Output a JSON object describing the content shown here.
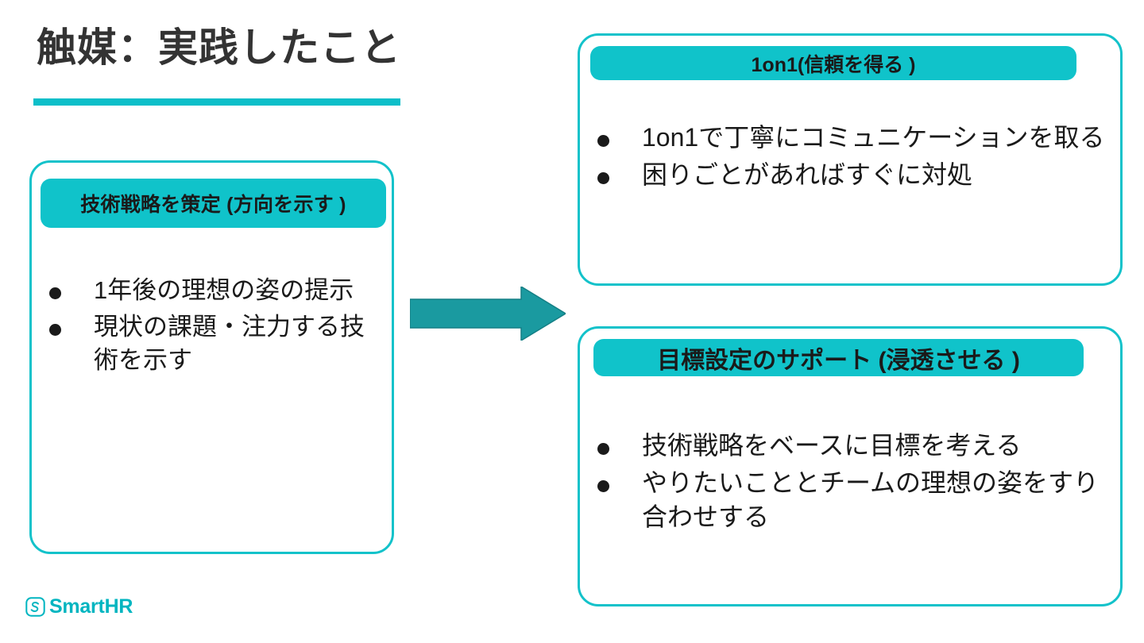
{
  "slide": {
    "title": "触媒：実践したこと",
    "accent_color": "#0dbfc9",
    "card_border_color": "#13c2ca",
    "pill_fill_color": "#10c3ca",
    "arrow_color": "#1a9aa0",
    "text_color": "#1a1a1a",
    "background_color": "#ffffff"
  },
  "cards": {
    "left": {
      "header": "技術戦略を策定 (方向を示す )",
      "bullets": [
        "1年後の理想の姿の提示",
        "現状の課題・注力する技術を示す"
      ]
    },
    "top_right": {
      "header": "1on1(信頼を得る )",
      "bullets": [
        "1on1で丁寧にコミュニケーションを取る",
        "困りごとがあればすぐに対処"
      ]
    },
    "bottom_right": {
      "header": "目標設定のサポート (浸透させる )",
      "bullets": [
        "技術戦略をベースに目標を考える",
        "やりたいこととチームの理想の姿をすり合わせする"
      ]
    }
  },
  "arrow": {
    "direction": "right",
    "icon": "arrow-right-icon"
  },
  "footer": {
    "logo_text": "SmartHR",
    "logo_mark": "smarthr-s-mark-icon",
    "logo_color": "#00b5c0"
  }
}
